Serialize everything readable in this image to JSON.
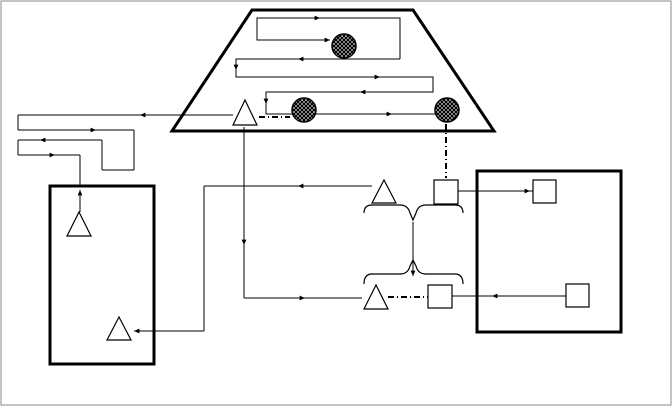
{
  "diagram": {
    "background": "#ffffff",
    "stroke_color": "#000000",
    "node_fill": "#ffffff",
    "hatch_fill": "#000000",
    "nodes": {
      "trapezoid_block": {
        "shape": "trapezoid"
      },
      "left_block": {
        "shape": "rectangle"
      },
      "right_block": {
        "shape": "rectangle"
      },
      "hatched_circles": 3,
      "triangles": 5,
      "small_squares": 4,
      "braces": 2
    },
    "connectors": {
      "solid": "solid-arrow-line",
      "dash_dot": "dash-dot-line"
    }
  }
}
